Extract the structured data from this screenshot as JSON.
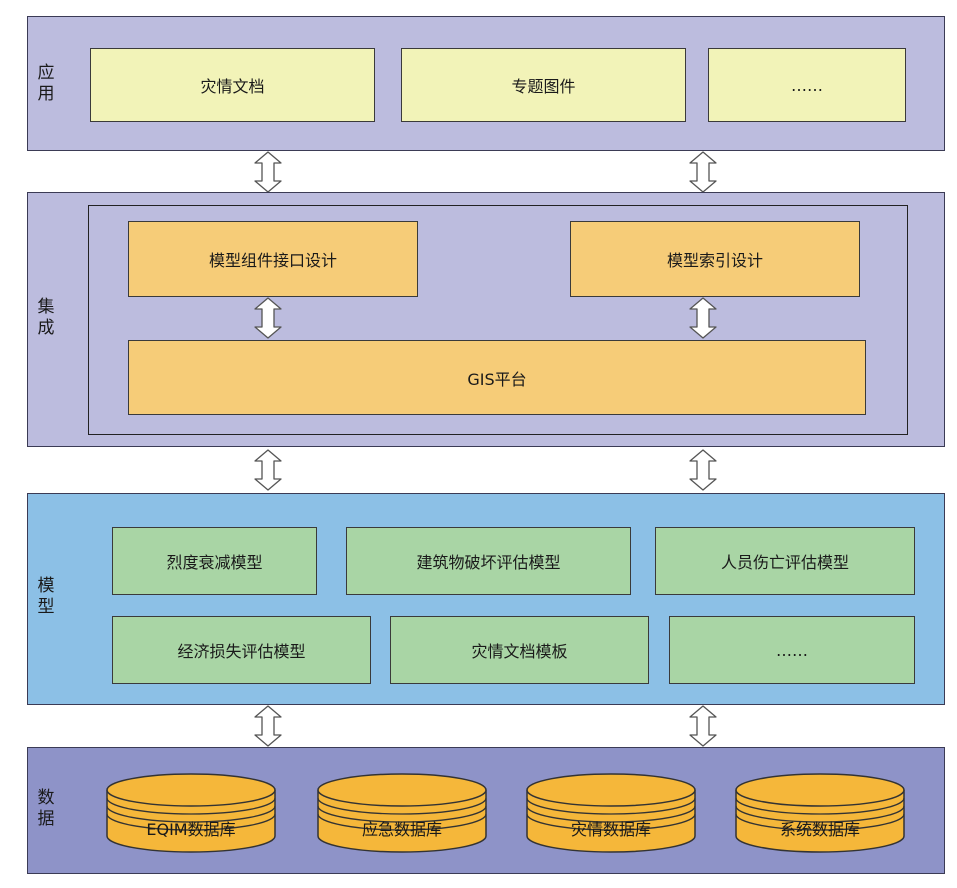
{
  "layers": {
    "application": {
      "label": "应用",
      "color": "#bcbcde"
    },
    "integration": {
      "label": "集成",
      "color": "#bcbcde"
    },
    "model": {
      "label": "模型",
      "color": "#8cc0e6"
    },
    "data": {
      "label": "数据",
      "color": "#8e93c8"
    }
  },
  "application": {
    "items": [
      "灾情文档",
      "专题图件",
      "……"
    ]
  },
  "integration": {
    "component_interface": "模型组件接口设计",
    "index_design": "模型索引设计",
    "gis_platform": "GIS平台"
  },
  "model": {
    "row1": [
      "烈度衰减模型",
      "建筑物破坏评估模型",
      "人员伤亡评估模型"
    ],
    "row2": [
      "经济损失评估模型",
      "灾情文档模板",
      "……"
    ]
  },
  "data": {
    "databases": [
      "EQIM数据库",
      "应急数据库",
      "灾情数据库",
      "系统数据库"
    ]
  },
  "colors": {
    "yellow_box": "#f2f3b8",
    "orange_box": "#f6cc78",
    "green_box": "#a9d5a5",
    "database": "#f5b73a"
  }
}
